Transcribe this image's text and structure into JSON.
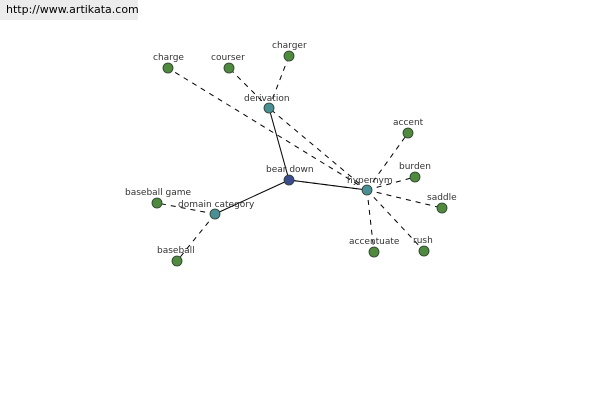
{
  "header": {
    "url": "http://www.artikata.com"
  },
  "colors": {
    "center_node": "#3d4c8f",
    "relation_node": "#4a8e96",
    "leaf_node": "#4f8a3f",
    "node_stroke": "#2b3d2b"
  },
  "nodes": [
    {
      "id": "bear-down",
      "label": "bear down",
      "kind": "center"
    },
    {
      "id": "derivation",
      "label": "derivation",
      "kind": "relation"
    },
    {
      "id": "hypernym",
      "label": "hypernym",
      "kind": "relation"
    },
    {
      "id": "domain-category",
      "label": "domain category",
      "kind": "relation"
    },
    {
      "id": "charge",
      "label": "charge",
      "kind": "leaf"
    },
    {
      "id": "courser",
      "label": "courser",
      "kind": "leaf"
    },
    {
      "id": "charger",
      "label": "charger",
      "kind": "leaf"
    },
    {
      "id": "accent",
      "label": "accent",
      "kind": "leaf"
    },
    {
      "id": "burden",
      "label": "burden",
      "kind": "leaf"
    },
    {
      "id": "saddle",
      "label": "saddle",
      "kind": "leaf"
    },
    {
      "id": "rush",
      "label": "rush",
      "kind": "leaf"
    },
    {
      "id": "accentuate",
      "label": "accentuate",
      "kind": "leaf"
    },
    {
      "id": "baseball-game",
      "label": "baseball game",
      "kind": "leaf"
    },
    {
      "id": "baseball",
      "label": "baseball",
      "kind": "leaf"
    }
  ],
  "edges": [
    {
      "from": "bear-down",
      "to": "derivation",
      "style": "solid"
    },
    {
      "from": "bear-down",
      "to": "hypernym",
      "style": "solid"
    },
    {
      "from": "bear-down",
      "to": "domain-category",
      "style": "solid"
    },
    {
      "from": "derivation",
      "to": "courser",
      "style": "dashed"
    },
    {
      "from": "derivation",
      "to": "charger",
      "style": "dashed"
    },
    {
      "from": "hypernym",
      "to": "charge",
      "style": "dashed"
    },
    {
      "from": "hypernym",
      "to": "derivation",
      "style": "dashed"
    },
    {
      "from": "hypernym",
      "to": "bear-down",
      "style": "dashed"
    },
    {
      "from": "hypernym",
      "to": "accent",
      "style": "dashed"
    },
    {
      "from": "hypernym",
      "to": "burden",
      "style": "dashed"
    },
    {
      "from": "hypernym",
      "to": "saddle",
      "style": "dashed"
    },
    {
      "from": "hypernym",
      "to": "rush",
      "style": "dashed"
    },
    {
      "from": "hypernym",
      "to": "accentuate",
      "style": "dashed"
    },
    {
      "from": "domain-category",
      "to": "baseball-game",
      "style": "dashed"
    },
    {
      "from": "domain-category",
      "to": "baseball",
      "style": "dashed"
    }
  ]
}
